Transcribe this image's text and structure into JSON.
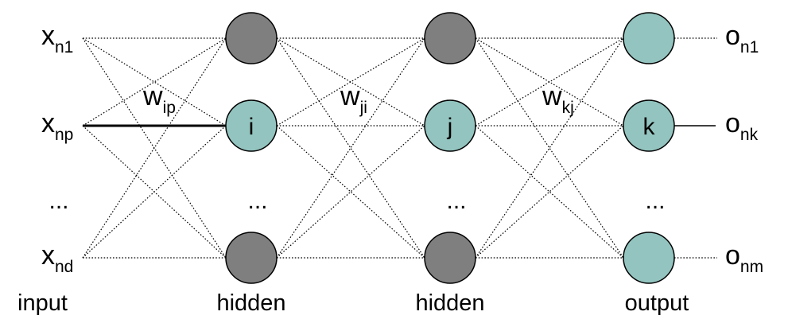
{
  "inputs": [
    {
      "base": "x",
      "sub": "n1"
    },
    {
      "base": "x",
      "sub": "np"
    },
    {
      "base": "x",
      "sub": "nd"
    }
  ],
  "outputs": [
    {
      "base": "o",
      "sub": "n1"
    },
    {
      "base": "o",
      "sub": "nk"
    },
    {
      "base": "o",
      "sub": "nm"
    }
  ],
  "weights": [
    {
      "base": "w",
      "sub": "ip"
    },
    {
      "base": "w",
      "sub": "ji"
    },
    {
      "base": "w",
      "sub": "kj"
    }
  ],
  "node_labels": {
    "hidden1": "i",
    "hidden2": "j",
    "output": "k"
  },
  "ellipsis": "...",
  "captions": {
    "input": "input",
    "hidden1": "hidden",
    "hidden2": "hidden",
    "output": "output"
  },
  "colors": {
    "gray_node": "#7f7f7f",
    "teal_node": "#93c4bf",
    "stroke": "#000000"
  }
}
